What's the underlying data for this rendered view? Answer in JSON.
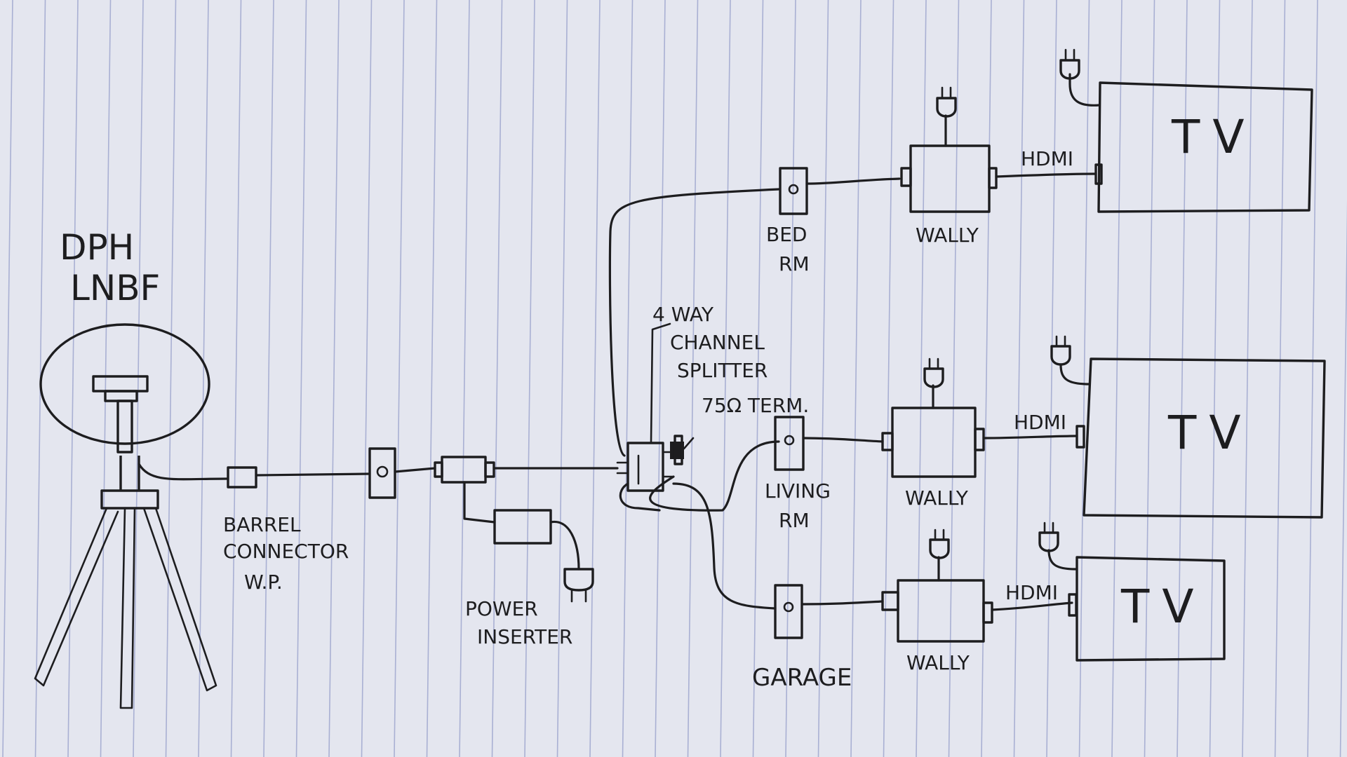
{
  "labels": {
    "lnbf_line1": "DPH",
    "lnbf_line2": "LNBF",
    "barrel_line1": "BARREL",
    "barrel_line2": "CONNECTOR",
    "barrel_line3": "W.P.",
    "power_line1": "POWER",
    "power_line2": "INSERTER",
    "splitter_line1": "4 WAY",
    "splitter_line2": "CHANNEL",
    "splitter_line3": "SPLITTER",
    "terminator": "75Ω TERM.",
    "bedroom_line1": "BED",
    "bedroom_line2": "RM",
    "living_line1": "LIVING",
    "living_line2": "RM",
    "garage": "GARAGE",
    "wally_1": "WALLY",
    "wally_2": "WALLY",
    "wally_3": "WALLY",
    "hdmi_1": "HDMI",
    "hdmi_2": "HDMI",
    "hdmi_3": "HDMI",
    "tv_1": "TV",
    "tv_2": "TV",
    "tv_3": "TV"
  },
  "colors": {
    "paper": "#e4e6ef",
    "ink": "#1d1d1f",
    "rule": "#a9b0d3"
  }
}
